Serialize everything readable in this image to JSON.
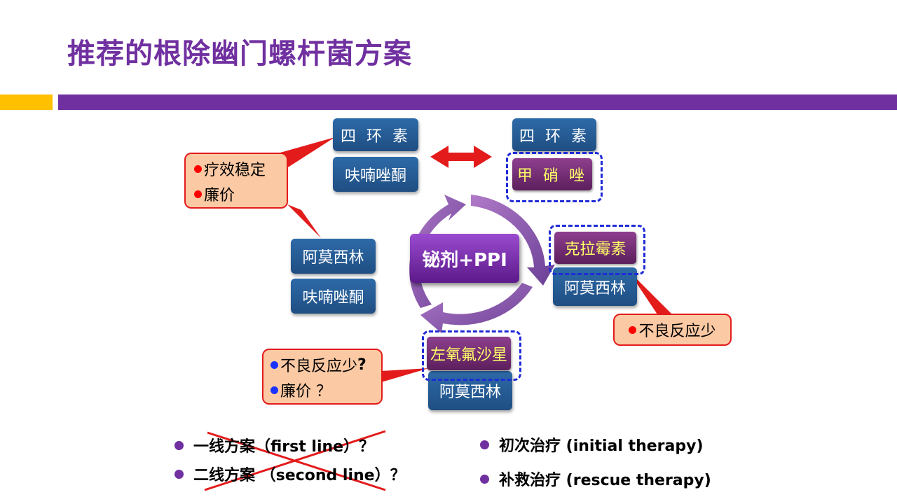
{
  "title": "推荐的根除幽门螺杆菌方案",
  "center_label": "铋剂+PPI",
  "quad_top_left": {
    "items": [
      "四 环 素",
      "呋喃唑酮"
    ]
  },
  "quad_top_right": {
    "items": [
      "四 环 素",
      "甲 硝 唑"
    ]
  },
  "quad_left": {
    "items": [
      "阿莫西林",
      "呋喃唑酮"
    ]
  },
  "quad_right": {
    "items": [
      "克拉霉素",
      "阿莫西林"
    ]
  },
  "quad_bottom": {
    "items": [
      "左氧氟沙星",
      "阿莫西林"
    ]
  },
  "callout_top_left": {
    "lines": [
      "疗效稳定",
      "廉价"
    ],
    "dot_color": "#ff0000"
  },
  "callout_right": {
    "lines": [
      "不良反应少"
    ],
    "dot_color": "#ff0000"
  },
  "callout_bottom_left": {
    "lines": [
      "不良反应少",
      "?",
      "廉价 ？"
    ],
    "dot_color": "#1a33ff"
  },
  "bullets_left": [
    "一线方案（first line）？",
    "二线方案 （second line）？"
  ],
  "bullets_right": [
    "初次治疗 (initial therapy)",
    "补救治疗 (rescue therapy)"
  ],
  "colors": {
    "title": "#7030a0",
    "accent_gold": "#ffc000",
    "accent_purple": "#7030a0",
    "box_blue": "#2a63a0",
    "box_purple": "#6e2a6e",
    "highlight_text": "#ffff66",
    "callout_fill": "#fbc9a3",
    "callout_border": "#e31b1b",
    "strike": "#e31b1b"
  }
}
